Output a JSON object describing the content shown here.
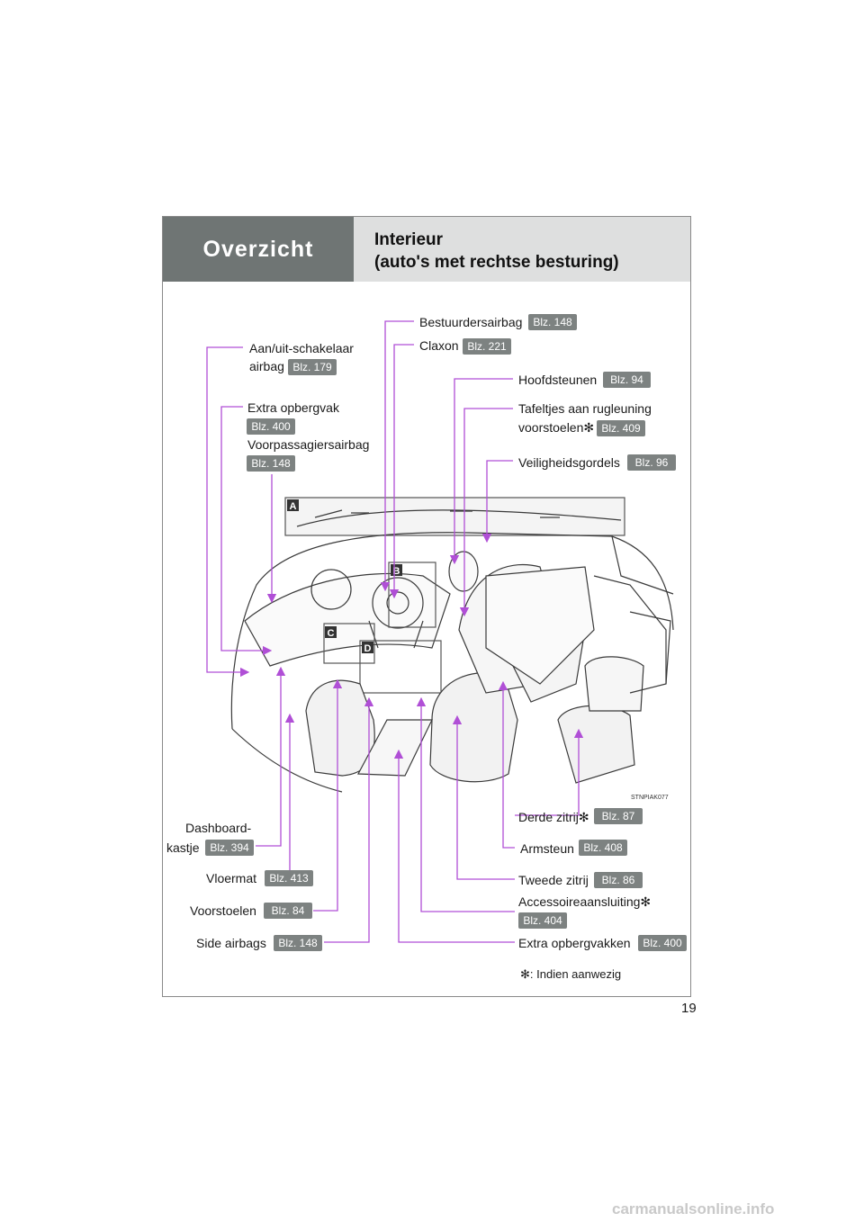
{
  "header": {
    "section": "Overzicht",
    "title_line1": "Interieur",
    "title_line2": "(auto's met rechtse besturing)"
  },
  "labels": {
    "aan_uit_1": "Aan/uit-schakelaar",
    "aan_uit_2": "airbag",
    "extra_opbergvak": "Extra opbergvak",
    "voorpassagiersairbag": "Voorpassagiersairbag",
    "bestuurdersairbag": "Bestuurdersairbag",
    "claxon": "Claxon",
    "hoofdsteunen": "Hoofdsteunen",
    "tafeltjes_1": "Tafeltjes aan rugleuning",
    "tafeltjes_2": "voorstoelen",
    "veiligheidsgordels": "Veiligheidsgordels",
    "dashboard_1": "Dashboard-",
    "dashboard_2": "kastje",
    "vloermat": "Vloermat",
    "voorstoelen": "Voorstoelen",
    "side_airbags": "Side airbags",
    "derde_zitrij": "Derde zitrij",
    "armsteun": "Armsteun",
    "tweede_zitrij": "Tweede zitrij",
    "accessoire": "Accessoireaansluiting",
    "extra_opbergvakken": "Extra opbergvakken"
  },
  "badges": {
    "aan_uit": "Blz. 179",
    "extra_opbergvak": "Blz. 400",
    "voorpassagiersairbag": "Blz. 148",
    "bestuurdersairbag": "Blz. 148",
    "claxon": "Blz. 221",
    "hoofdsteunen": "Blz. 94",
    "tafeltjes": "Blz. 409",
    "veiligheidsgordels": "Blz. 96",
    "dashboard": "Blz. 394",
    "vloermat": "Blz. 413",
    "voorstoelen": "Blz. 84",
    "side_airbags": "Blz. 148",
    "derde_zitrij": "Blz. 87",
    "armsteun": "Blz. 408",
    "tweede_zitrij": "Blz. 86",
    "accessoire": "Blz. 404",
    "extra_opbergvakken": "Blz. 400"
  },
  "asterisk": "✻",
  "note": ": Indien aanwezig",
  "image_code": "STNPIAK077",
  "callouts": {
    "a": "A",
    "b": "B",
    "c": "C",
    "d": "D"
  },
  "page_number": "19",
  "watermark": "carmanualsonline.info",
  "colors": {
    "leader": "#b04fd6",
    "header_dark": "#6f7574",
    "header_light": "#dedfdf",
    "badge": "#7d8281"
  }
}
